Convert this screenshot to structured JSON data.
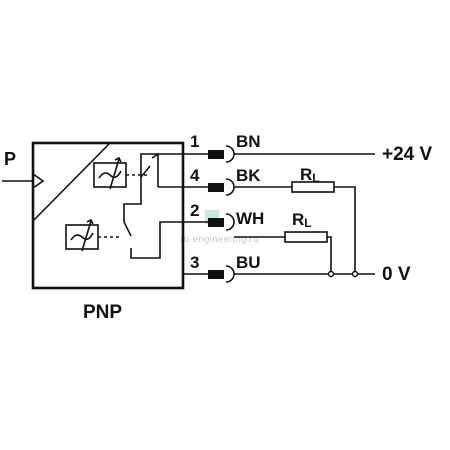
{
  "diagram": {
    "input_label": "P",
    "type_label": "PNP",
    "supply_label": "+24 V",
    "ground_label": "0 V",
    "pins": [
      {
        "number": "1",
        "color_code": "BN"
      },
      {
        "number": "4",
        "color_code": "BK"
      },
      {
        "number": "2",
        "color_code": "WH"
      },
      {
        "number": "3",
        "color_code": "BU"
      }
    ],
    "load_resistors": [
      {
        "label": "R",
        "subscript": "L"
      },
      {
        "label": "R",
        "subscript": "L"
      }
    ],
    "watermark": "ru-engineering.ru"
  }
}
